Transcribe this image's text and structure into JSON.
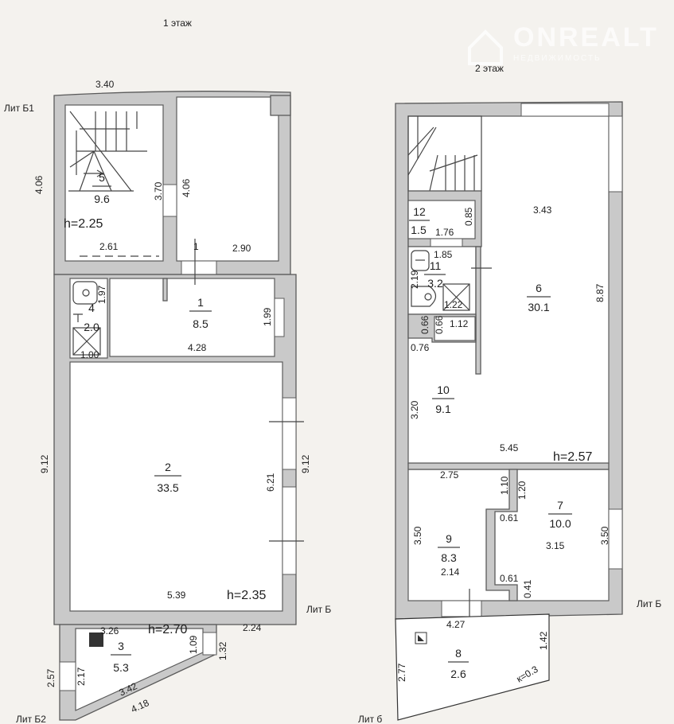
{
  "watermark": {
    "brand": "ONREALT",
    "tagline": "НЕДВИЖИМОСТЬ"
  },
  "floor1": {
    "title": "1 этаж",
    "lit": [
      "Лит Б1",
      "Лит Б",
      "Лит Б2"
    ],
    "rooms": [
      {
        "num": "5",
        "area": "9.6"
      },
      {
        "num": "1",
        "area": "8.5"
      },
      {
        "num": "4",
        "area": "2.0"
      },
      {
        "num": "2",
        "area": "33.5"
      },
      {
        "num": "3",
        "area": "5.3"
      }
    ],
    "heights": [
      "h=2.25",
      "h=2.35",
      "h=2.70"
    ],
    "dims": [
      "3.40",
      "4.06",
      "3.70",
      "4.06",
      "2.61",
      "1",
      "2.90",
      "1.97",
      "1.99",
      "1.00",
      "4.28",
      "9.12",
      "9.12",
      "6.21",
      "5.39",
      "3.26",
      "2.24",
      "1.09",
      "1.32",
      "2.57",
      "2.17",
      "3.42",
      "4.18"
    ]
  },
  "floor2": {
    "title": "2 этаж",
    "lit": [
      "Лит Б",
      "Лит б"
    ],
    "rooms": [
      {
        "num": "12",
        "area": "1.5"
      },
      {
        "num": "11",
        "area": "3.2"
      },
      {
        "num": "6",
        "area": "30.1"
      },
      {
        "num": "10",
        "area": "9.1"
      },
      {
        "num": "9",
        "area": "8.3"
      },
      {
        "num": "7",
        "area": "10.0"
      },
      {
        "num": "8",
        "area": "2.6"
      }
    ],
    "heights": [
      "h=2.57"
    ],
    "dims": [
      "3.43",
      "0.85",
      "1.76",
      "1.85",
      "2.19",
      "1.22",
      "0.66",
      "0.66",
      "1.12",
      "0.76",
      "8.87",
      "3.20",
      "5.45",
      "2.75",
      "1.10",
      "1.20",
      "0.61",
      "3.50",
      "3.15",
      "3.50",
      "2.14",
      "0.61",
      "0.41",
      "4.27",
      "2.77",
      "1.42",
      "к=0.3"
    ]
  }
}
